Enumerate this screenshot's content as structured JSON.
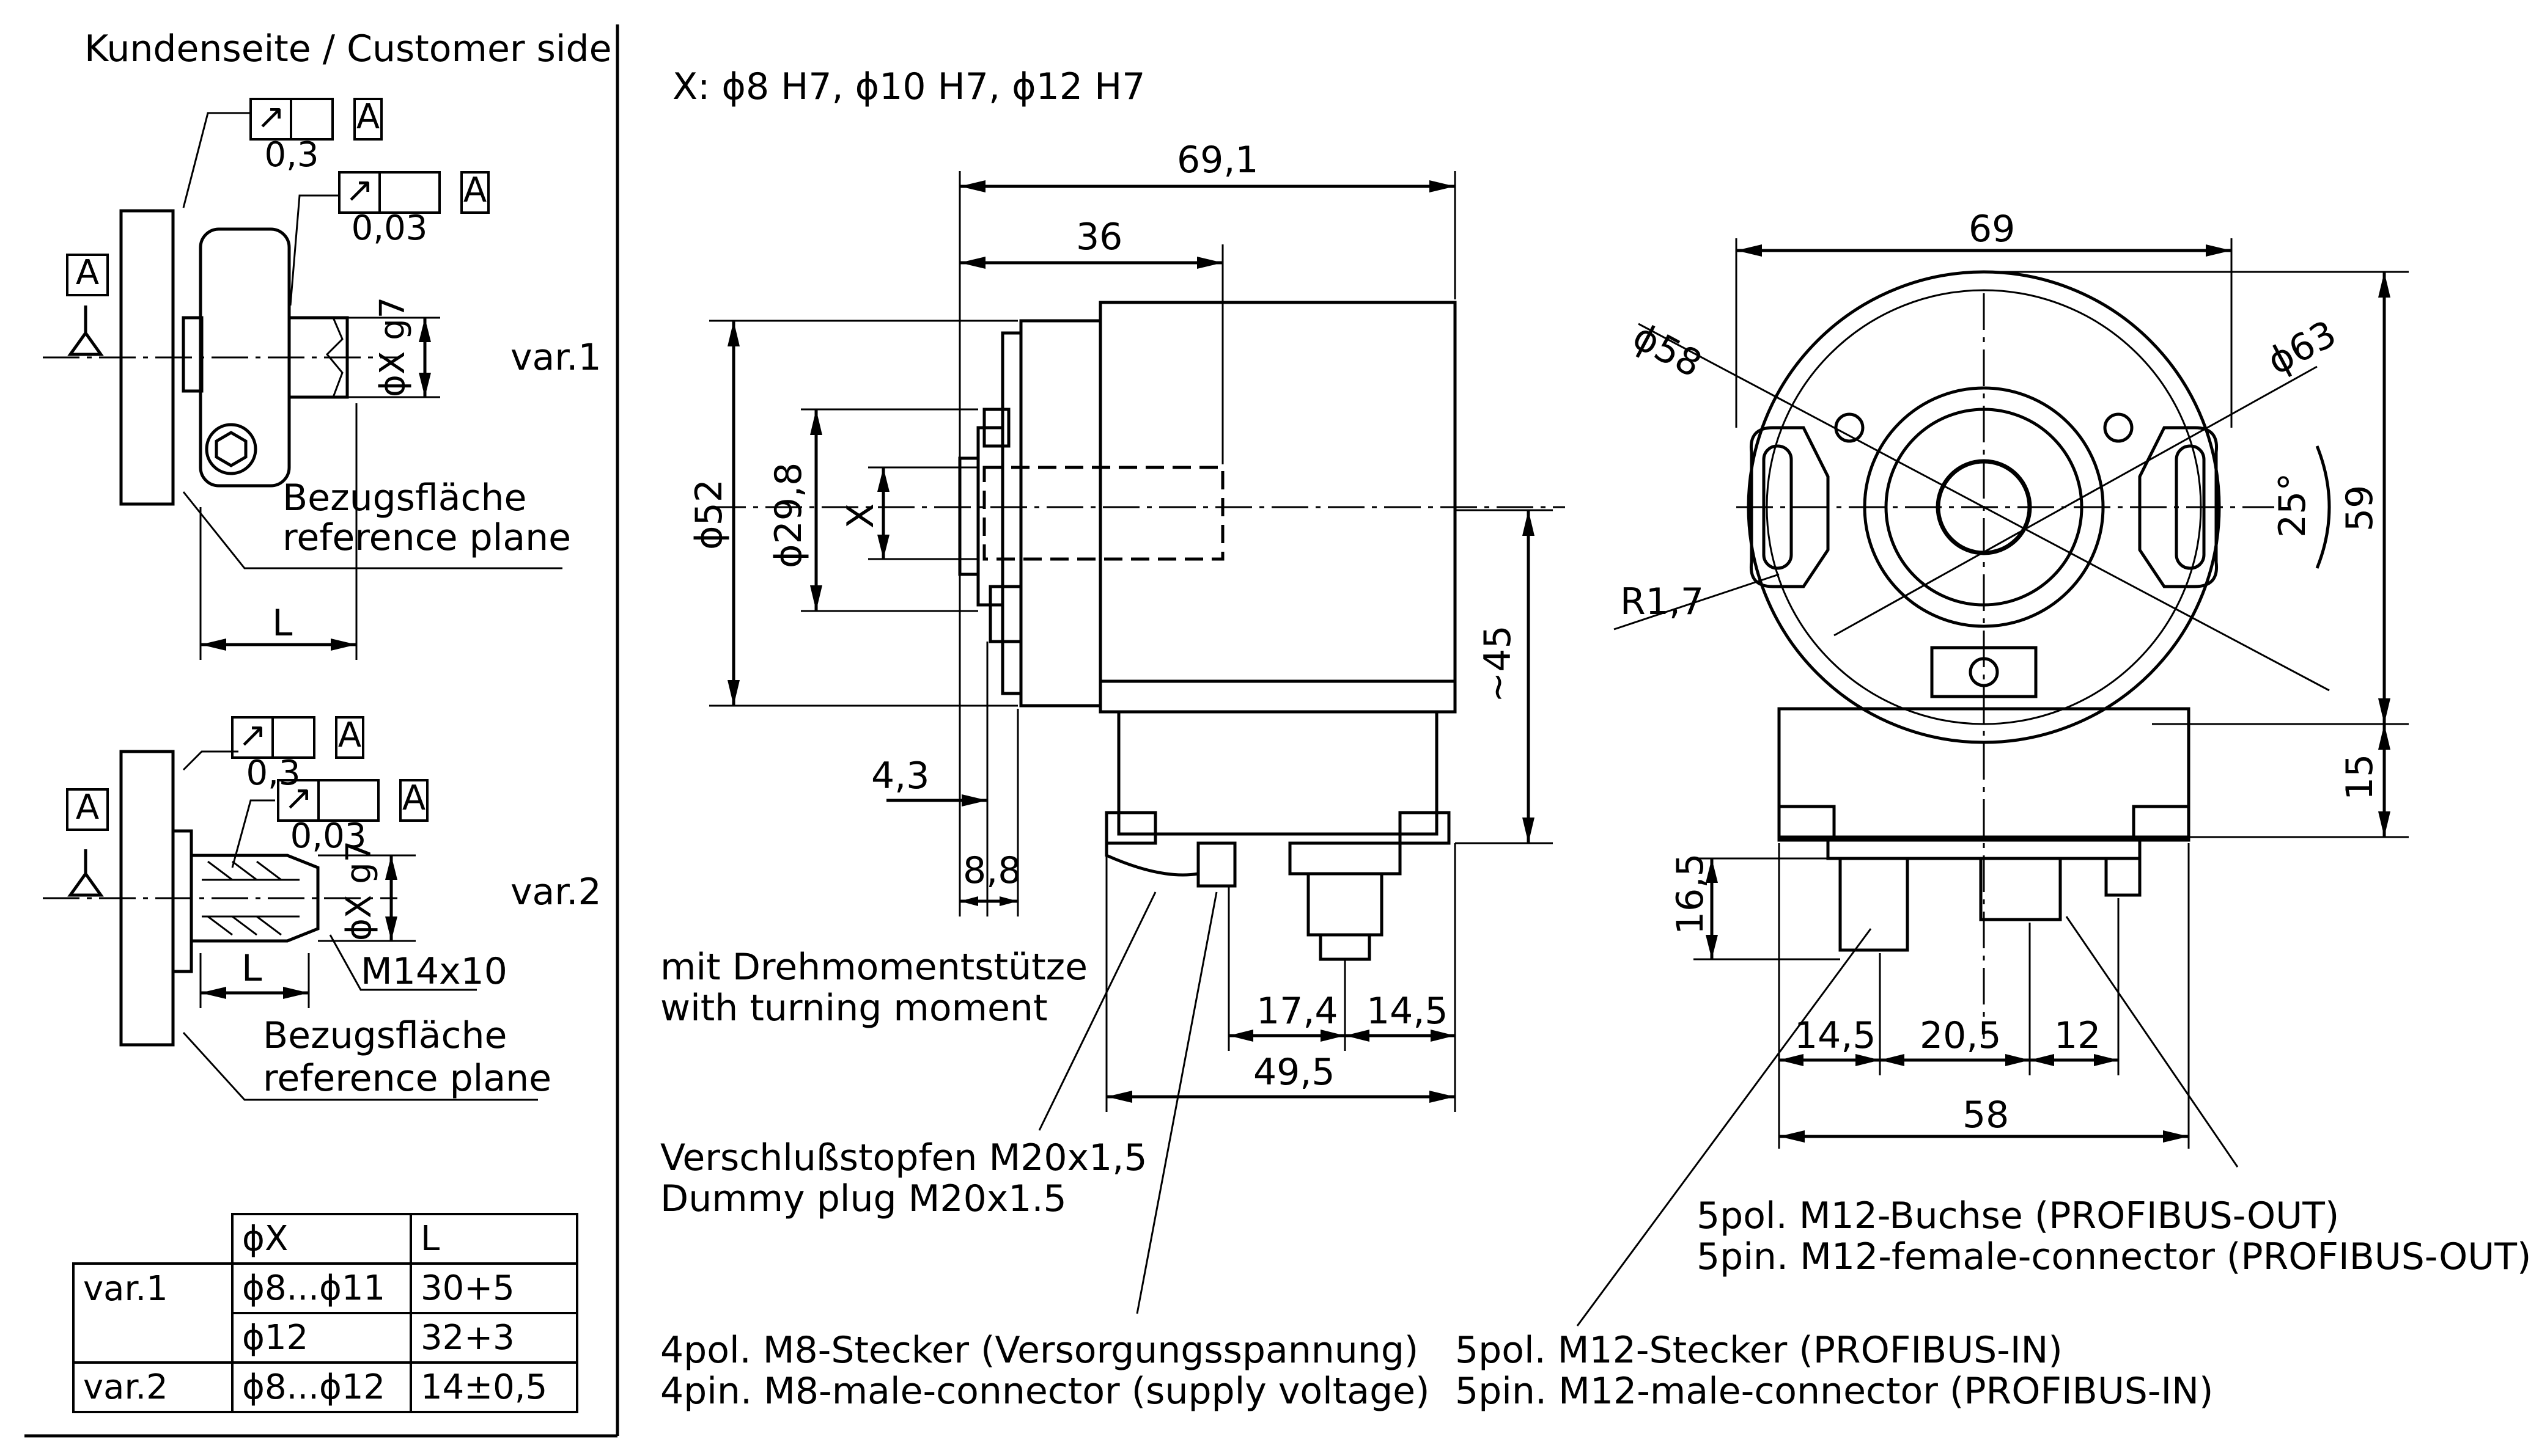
{
  "left_panel": {
    "heading": "Kundenseite / Customer side",
    "var1": {
      "label": "var.1",
      "tol1": "0,3",
      "tol1_ref": "A",
      "tol2": "0,03",
      "tol2_ref": "A",
      "datum": "A",
      "dia_label": "ϕX g7",
      "ref_de": "Bezugsfläche",
      "ref_en": "reference plane",
      "length": "L"
    },
    "var2": {
      "label": "var.2",
      "tol1": "0,3",
      "tol1_ref": "A",
      "tol2": "0,03",
      "tol2_ref": "A",
      "datum": "A",
      "dia_label": "ϕX g7",
      "thread": "M14x10",
      "ref_de": "Bezugsfläche",
      "ref_en": "reference plane",
      "length": "L"
    },
    "table": {
      "headers": [
        "",
        "ϕX",
        "L"
      ],
      "rows": [
        [
          "var.1",
          "ϕ8...ϕ11",
          "30+5"
        ],
        [
          "",
          "ϕ12",
          "32+3"
        ],
        [
          "var.2",
          "ϕ8...ϕ12",
          "14±0,5"
        ]
      ]
    }
  },
  "side_view": {
    "x_note": "X: ϕ8 H7, ϕ10 H7, ϕ12 H7",
    "dims": {
      "overall_length": "69,1",
      "shaft_depth": "36",
      "dia52": "ϕ52",
      "dia298": "ϕ29,8",
      "x": "X",
      "approx45": "~45",
      "d43": "4,3",
      "d88": "8,8",
      "d174": "17,4",
      "d145": "14,5",
      "d495": "49,5"
    },
    "torque_de": "mit Drehmomentstütze",
    "torque_en": "with turning moment"
  },
  "front_view": {
    "dims": {
      "width69": "69",
      "dia58": "ϕ58",
      "dia63": "ϕ63",
      "r17": "R1,7",
      "angle25": "25°",
      "h59": "59",
      "h15": "15",
      "h165": "16,5",
      "d145": "14,5",
      "d205": "20,5",
      "d12": "12",
      "d58": "58"
    }
  },
  "callouts": {
    "dummy_de": "Verschlußstopfen M20x1,5",
    "dummy_en": "Dummy plug M20x1.5",
    "m8_de": "4pol. M8-Stecker (Versorgungsspannung)",
    "m8_en": "4pin. M8-male-connector (supply voltage)",
    "m12in_de": "5pol. M12-Stecker (PROFIBUS-IN)",
    "m12in_en": "5pin. M12-male-connector (PROFIBUS-IN)",
    "m12out_de": "5pol. M12-Buchse (PROFIBUS-OUT)",
    "m12out_en": "5pin. M12-female-connector (PROFIBUS-OUT)"
  }
}
